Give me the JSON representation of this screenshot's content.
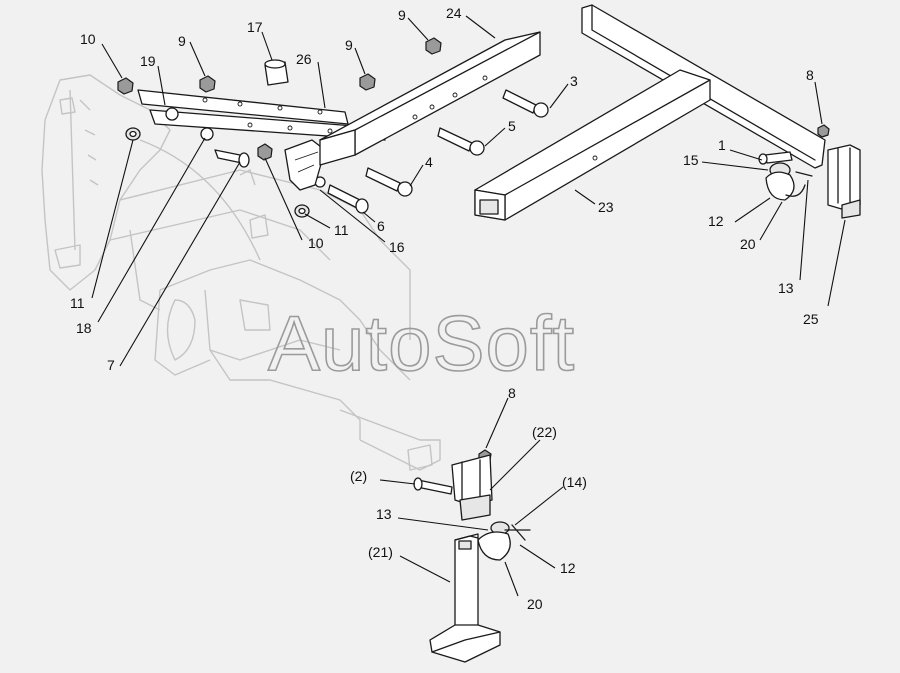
{
  "watermark": "AutoSoft",
  "callouts": [
    {
      "id": "c10a",
      "text": "10"
    },
    {
      "id": "c19",
      "text": "19"
    },
    {
      "id": "c9a",
      "text": "9"
    },
    {
      "id": "c17",
      "text": "17"
    },
    {
      "id": "c26",
      "text": "26"
    },
    {
      "id": "c9b",
      "text": "9"
    },
    {
      "id": "c9c",
      "text": "9"
    },
    {
      "id": "c24",
      "text": "24"
    },
    {
      "id": "c3",
      "text": "3"
    },
    {
      "id": "c5",
      "text": "5"
    },
    {
      "id": "c4",
      "text": "4"
    },
    {
      "id": "c6",
      "text": "6"
    },
    {
      "id": "c16",
      "text": "16"
    },
    {
      "id": "c11a",
      "text": "11"
    },
    {
      "id": "c10b",
      "text": "10"
    },
    {
      "id": "c11b",
      "text": "11"
    },
    {
      "id": "c18",
      "text": "18"
    },
    {
      "id": "c7",
      "text": "7"
    },
    {
      "id": "c23",
      "text": "23"
    },
    {
      "id": "c8a",
      "text": "8"
    },
    {
      "id": "c1",
      "text": "1"
    },
    {
      "id": "c15",
      "text": "15"
    },
    {
      "id": "c12a",
      "text": "12"
    },
    {
      "id": "c20a",
      "text": "20"
    },
    {
      "id": "c13a",
      "text": "13"
    },
    {
      "id": "c25",
      "text": "25"
    },
    {
      "id": "c8b",
      "text": "8"
    },
    {
      "id": "c22",
      "text": "(22)"
    },
    {
      "id": "c2",
      "text": "(2)"
    },
    {
      "id": "c14",
      "text": "(14)"
    },
    {
      "id": "c13b",
      "text": "13"
    },
    {
      "id": "c21",
      "text": "(21)"
    },
    {
      "id": "c12b",
      "text": "12"
    },
    {
      "id": "c20b",
      "text": "20"
    }
  ]
}
